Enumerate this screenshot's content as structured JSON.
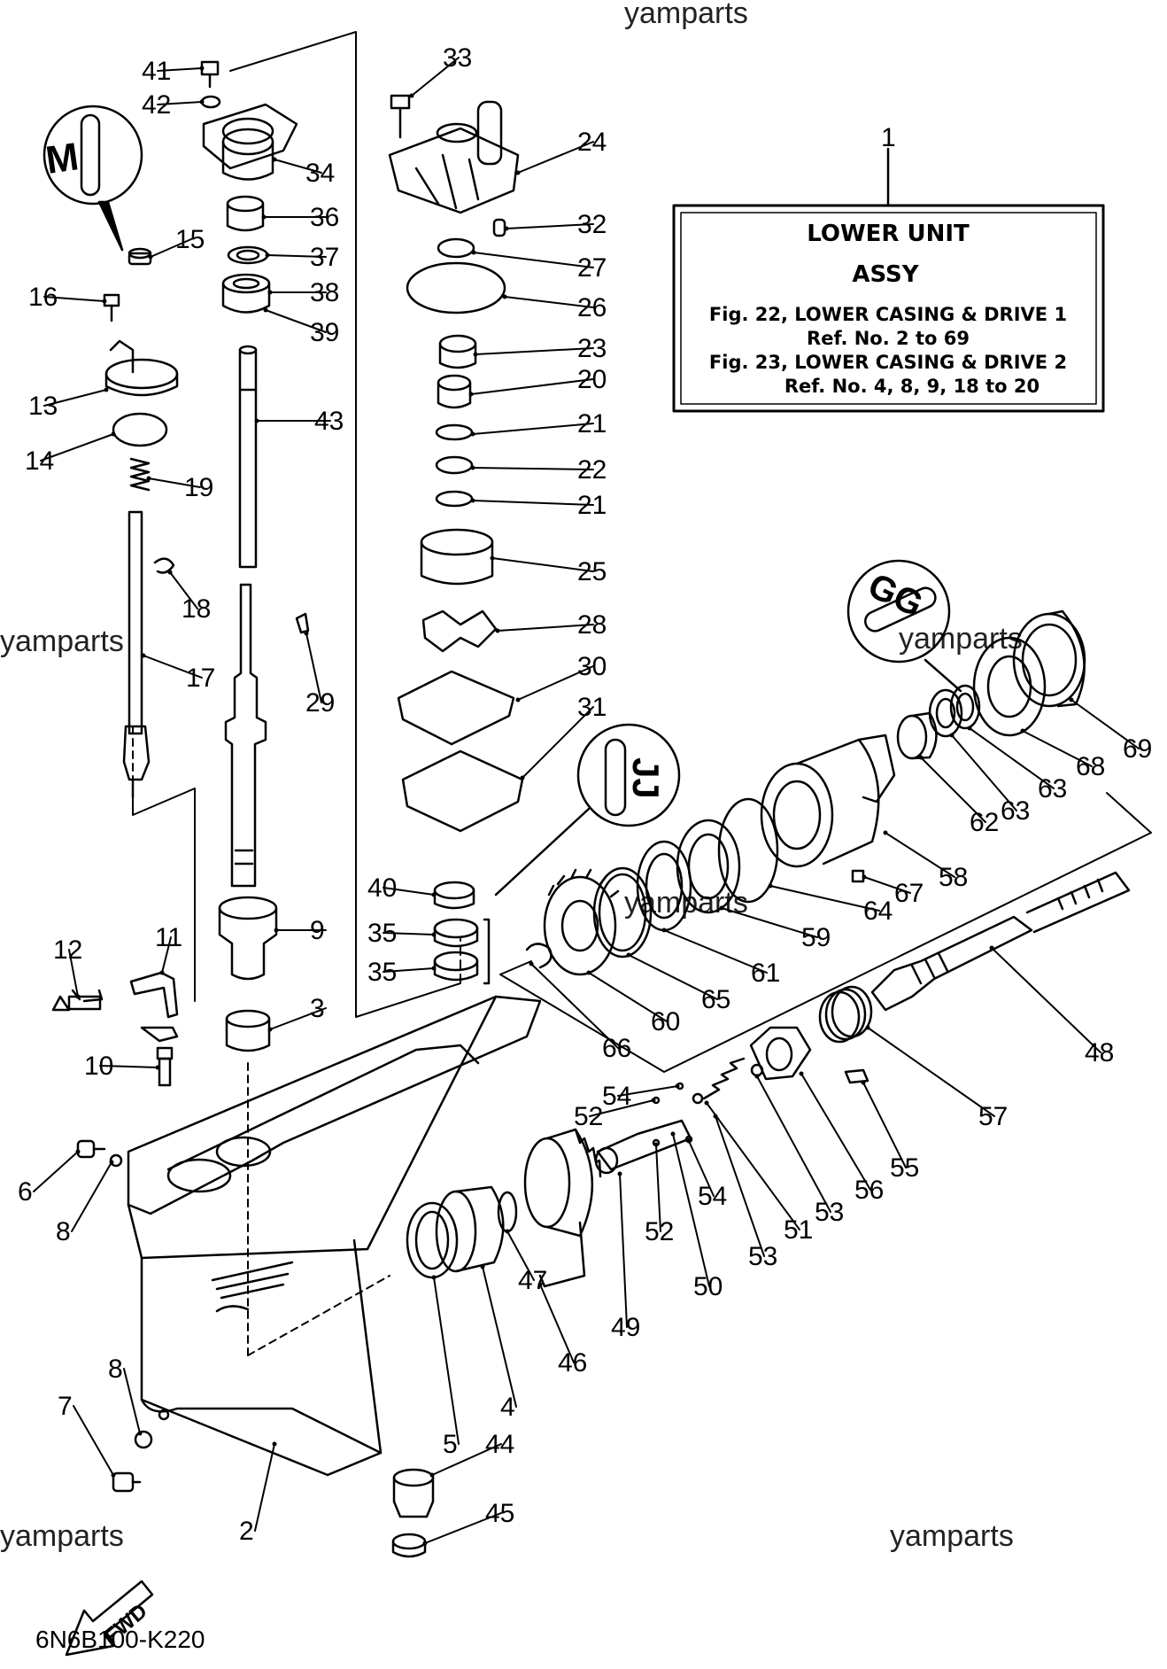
{
  "watermark": "yamparts",
  "diagram_code": "6N6B100-K220",
  "fwd_label": "FWD",
  "assy_box": {
    "ref_number": "1",
    "title_line1": "LOWER  UNIT",
    "title_line2": "ASSY",
    "note1": "Fig. 22, LOWER CASING & DRIVE 1",
    "note2": "Ref. No. 2 to 69",
    "note3": "Fig. 23, LOWER CASING & DRIVE 2",
    "note4": "Ref. No. 4, 8, 9, 18 to 20"
  },
  "detail_labels": {
    "m": "M",
    "gg": "GG",
    "jj": "JJ"
  },
  "callouts": [
    "41",
    "42",
    "34",
    "36",
    "37",
    "38",
    "39",
    "43",
    "33",
    "24",
    "32",
    "27",
    "26",
    "23",
    "20",
    "21",
    "22",
    "21b",
    "25",
    "28",
    "30",
    "31",
    "15",
    "16",
    "13",
    "14",
    "19",
    "18",
    "17",
    "29",
    "40",
    "35a",
    "35b",
    "9",
    "11",
    "12",
    "10",
    "3",
    "6",
    "8a",
    "54a",
    "52a",
    "54b",
    "52b",
    "50",
    "49",
    "47",
    "46",
    "4",
    "5",
    "51",
    "53a",
    "53b",
    "56",
    "55",
    "57",
    "48",
    "66",
    "60",
    "65",
    "61",
    "59",
    "64",
    "67",
    "58",
    "62",
    "63a",
    "63b",
    "68",
    "69",
    "8b",
    "7",
    "2",
    "44",
    "45"
  ],
  "labels": {
    "41": "41",
    "42": "42",
    "34": "34",
    "36": "36",
    "37": "37",
    "38": "38",
    "39": "39",
    "43": "43",
    "33": "33",
    "24": "24",
    "32": "32",
    "27": "27",
    "26": "26",
    "23": "23",
    "20": "20",
    "21": "21",
    "22": "22",
    "21b": "21",
    "25": "25",
    "28": "28",
    "30": "30",
    "31": "31",
    "15": "15",
    "16": "16",
    "13": "13",
    "14": "14",
    "19": "19",
    "18": "18",
    "17": "17",
    "29": "29",
    "40": "40",
    "35a": "35",
    "35b": "35",
    "9": "9",
    "11": "11",
    "12": "12",
    "10": "10",
    "3": "3",
    "6": "6",
    "8a": "8",
    "54a": "54",
    "52a": "52",
    "54b": "54",
    "52b": "52",
    "50": "50",
    "49": "49",
    "47": "47",
    "46": "46",
    "4": "4",
    "5": "5",
    "51": "51",
    "53a": "53",
    "53b": "53",
    "56": "56",
    "55": "55",
    "57": "57",
    "48": "48",
    "66": "66",
    "60": "60",
    "65": "65",
    "61": "61",
    "59": "59",
    "64": "64",
    "67": "67",
    "58": "58",
    "62": "62",
    "63a": "63",
    "63b": "63",
    "68": "68",
    "69": "69",
    "8b": "8",
    "7": "7",
    "2": "2",
    "44": "44",
    "45": "45"
  }
}
